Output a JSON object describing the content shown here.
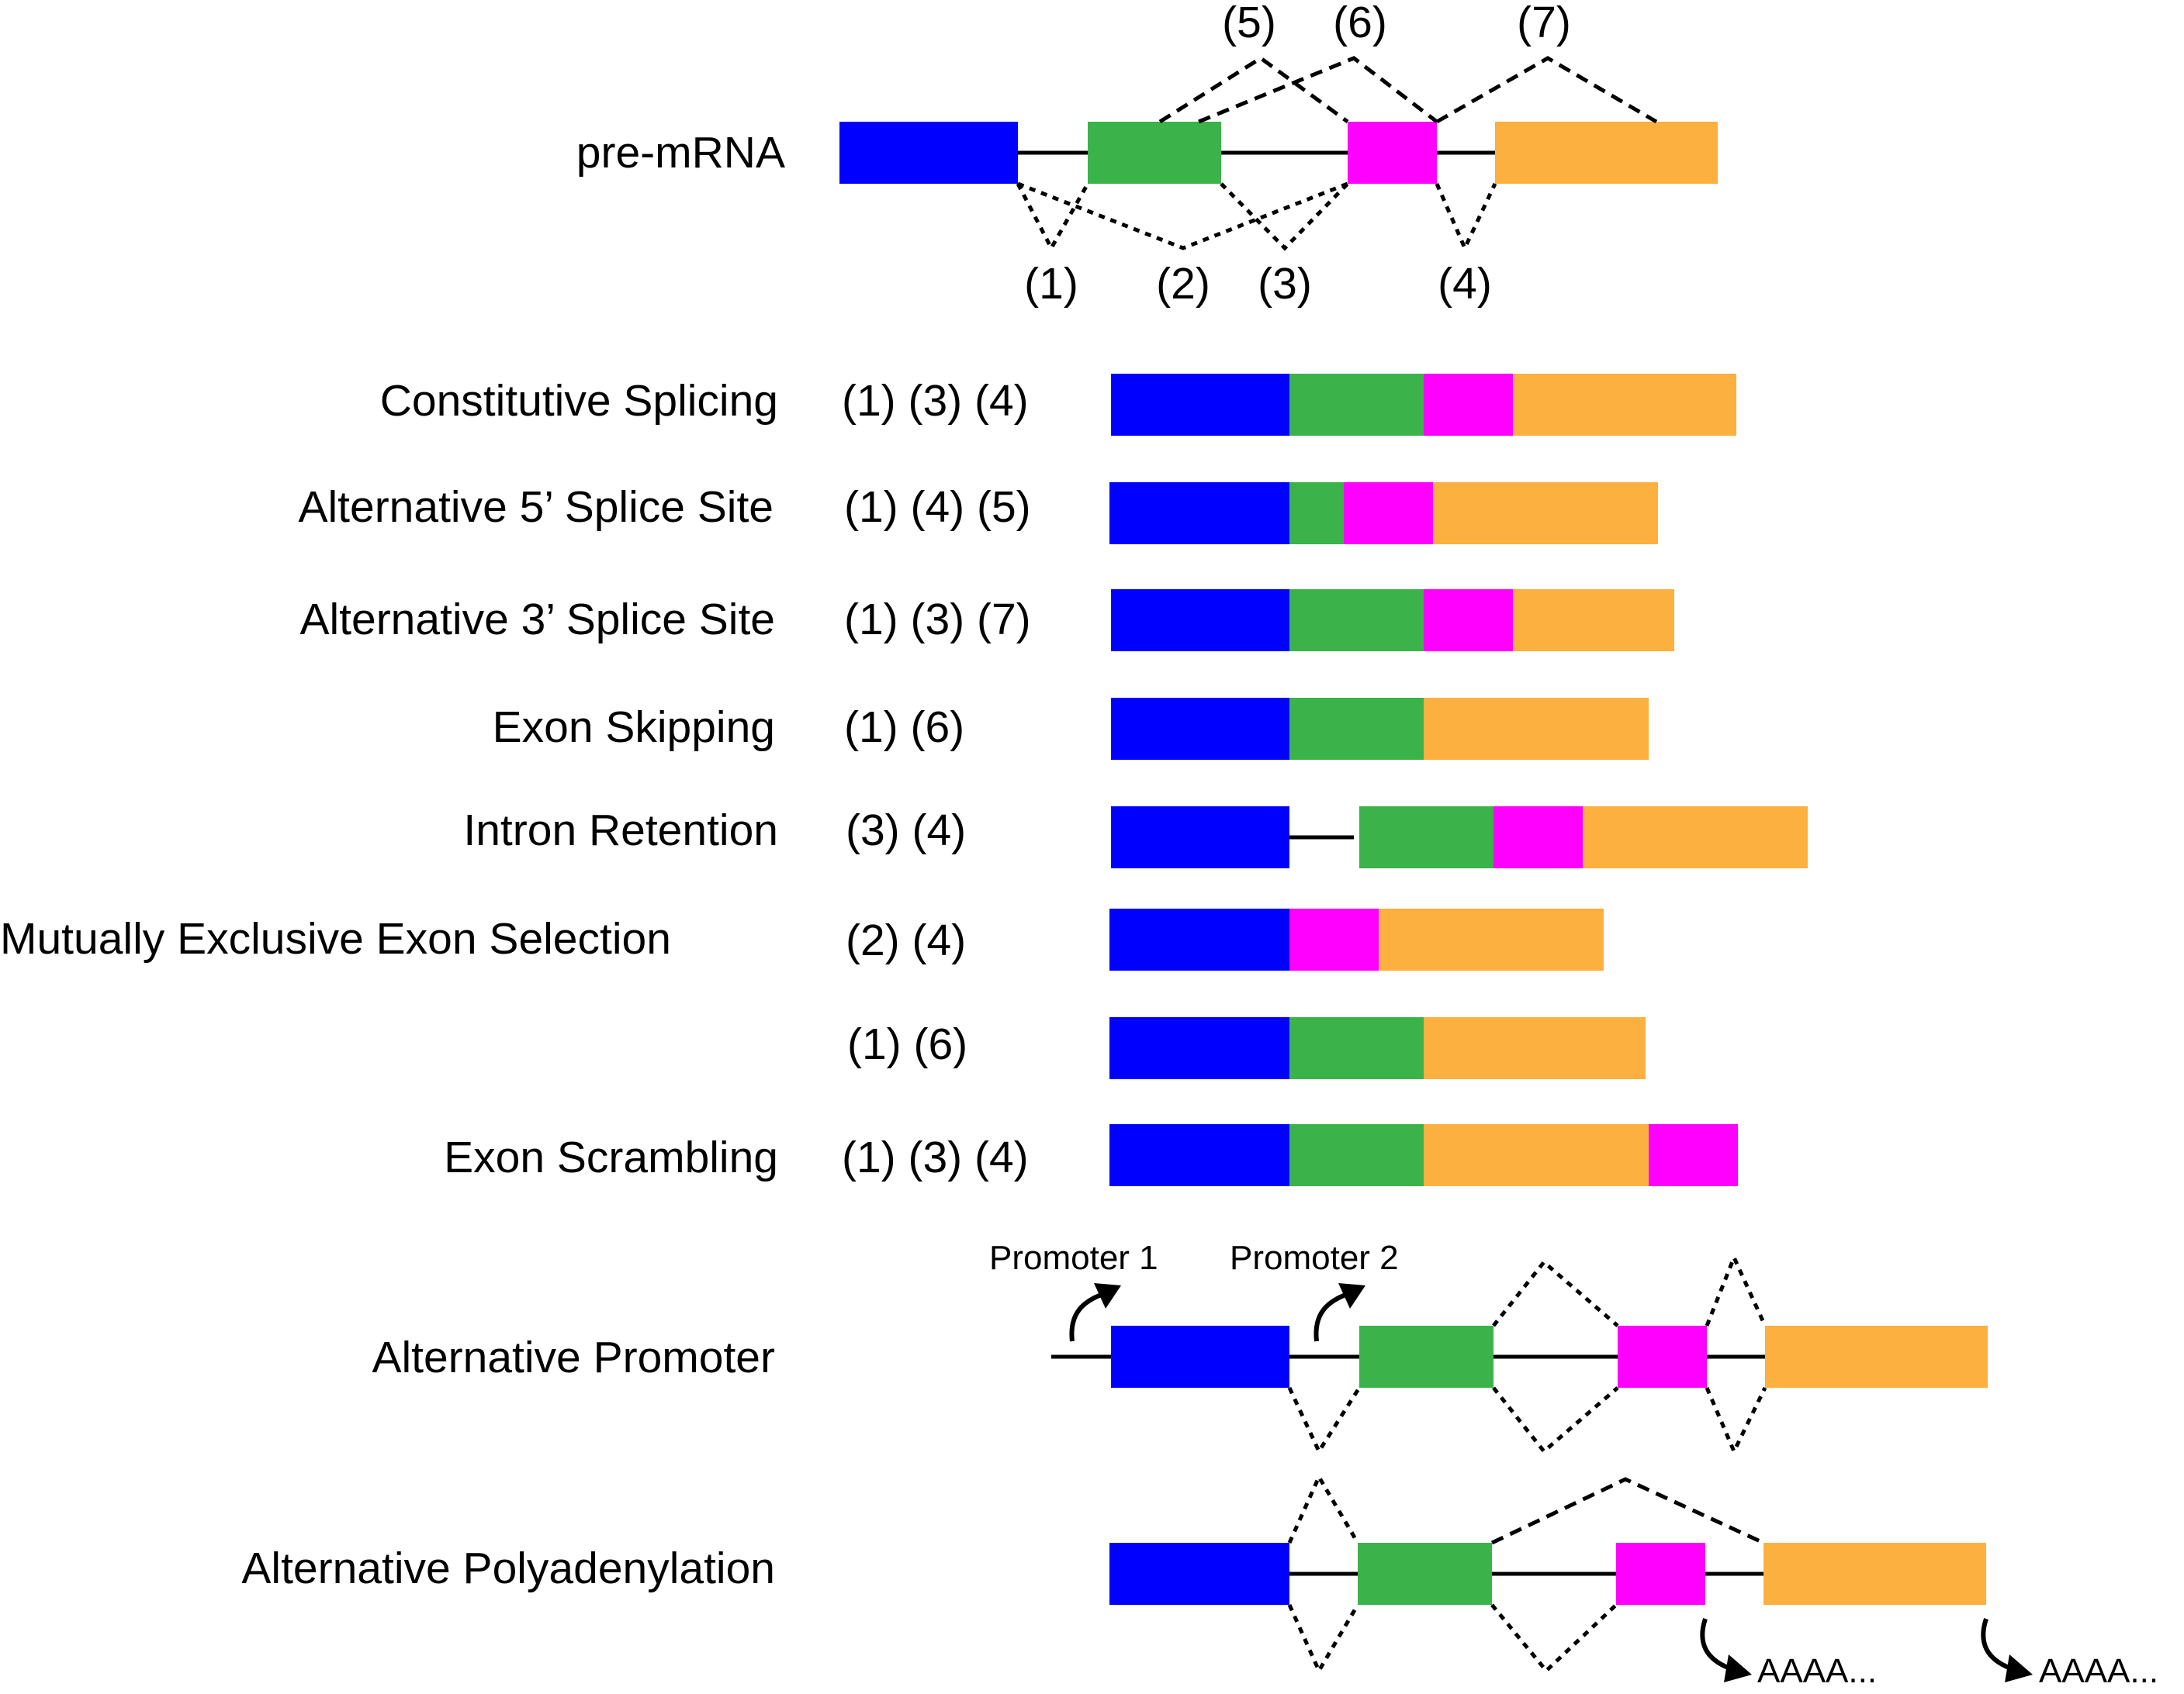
{
  "colors": {
    "exon1": "#0000FF",
    "exon2": "#3BB34A",
    "exon3": "#FF00FF",
    "exon4": "#FBB040",
    "line": "#000000"
  },
  "premrna": {
    "label": "pre-mRNA",
    "events_top": [
      "(5)",
      "(6)",
      "(7)"
    ],
    "events_bottom": [
      "(1)",
      "(2)",
      "(3)",
      "(4)"
    ]
  },
  "rows": [
    {
      "label": "Constitutive Splicing",
      "codes": "(1) (3) (4)"
    },
    {
      "label": "Alternative 5’ Splice Site",
      "codes": "(1) (4) (5)"
    },
    {
      "label": "Alternative 3’ Splice Site",
      "codes": "(1) (3) (7)"
    },
    {
      "label": "Exon Skipping",
      "codes": "(1) (6)"
    },
    {
      "label": "Intron Retention",
      "codes": "(3) (4)"
    },
    {
      "label": "Mutually Exclusive Exon Selection",
      "codes": "(2) (4)"
    },
    {
      "label": "",
      "codes": "(1) (6)"
    },
    {
      "label": "Exon Scrambling",
      "codes": "(1) (3) (4)"
    }
  ],
  "promoter": {
    "label": "Alternative Promoter",
    "promoter1": "Promoter 1",
    "promoter2": "Promoter 2"
  },
  "polya": {
    "label": "Alternative Polyadenylation",
    "tail1": "AAAA...",
    "tail2": "AAAA..."
  }
}
